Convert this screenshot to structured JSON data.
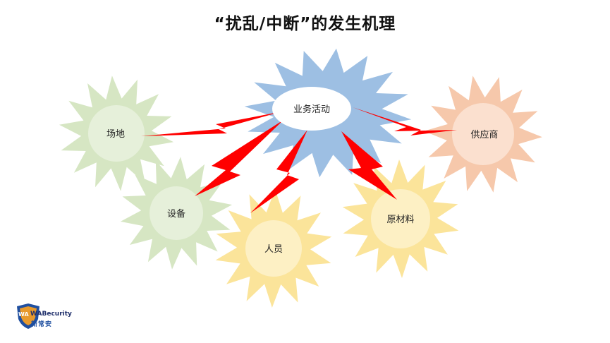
{
  "title": "“扰乱/中断”的发生机理",
  "center": {
    "label": "业务活动",
    "color": "#9dbfe3"
  },
  "nodes": [
    {
      "id": "site",
      "label": "场地",
      "color": "#d6e6c3"
    },
    {
      "id": "equipment",
      "label": "设备",
      "color": "#d6e6c3"
    },
    {
      "id": "personnel",
      "label": "人员",
      "color": "#fbe49a"
    },
    {
      "id": "materials",
      "label": "原材料",
      "color": "#fbe49a"
    },
    {
      "id": "supplier",
      "label": "供应商",
      "color": "#f6c8ab"
    }
  ],
  "bolt_color": "#ff0000",
  "logo": {
    "line1": "WABecurity",
    "line2": "新常安"
  }
}
